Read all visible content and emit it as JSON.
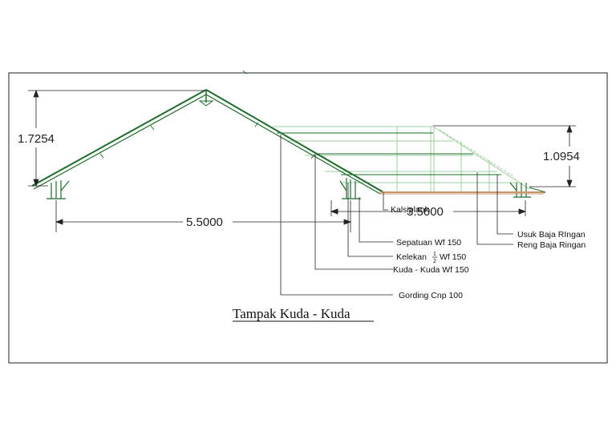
{
  "drawing": {
    "title": "Tampak Kuda - Kuda",
    "dimensions": {
      "height_left": "1.7254",
      "width_left": "5.5000",
      "height_right": "1.0954",
      "width_right": "3.5000"
    },
    "labels": {
      "kalsiplank": "Kalsiplank",
      "sepatuan": "Sepatuan Wf 150",
      "kelekan": "Kelekan",
      "kelekan_frac_num": "1",
      "kelekan_frac_den": "2",
      "kelekan_suffix": "Wf 150",
      "kuda_kuda": "Kuda - Kuda Wf 150",
      "gording": "Gording Cnp 100",
      "usuk": "Usuk Baja RIngan",
      "reng": "Reng Baja Ringan"
    },
    "colors": {
      "frame_border": "#222222",
      "truss": "#1e6b2a",
      "truss_light": "#9ccf9c",
      "overhang": "#c9956a",
      "dimension_line": "#222222"
    }
  }
}
